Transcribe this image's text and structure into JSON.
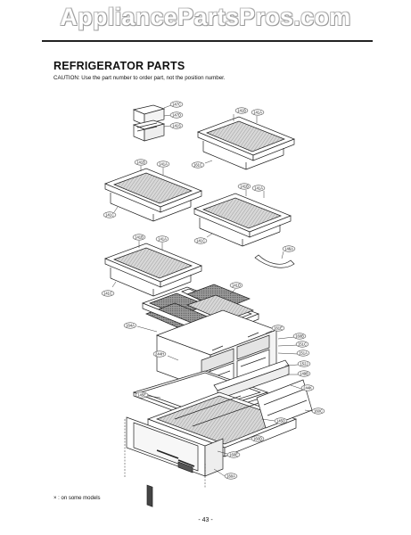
{
  "watermark": "AppliancePartsPros.com",
  "title": "REFRIGERATOR PARTS",
  "caution": "CAUTION: Use the part number to order part, not the position number.",
  "footnote": "× : on some models",
  "page_number": "- 43 -",
  "callouts": {
    "c147c": "147C",
    "c147d": "147D",
    "c141s": "141S",
    "c141b_top": "141B",
    "c141a_top": "141A",
    "c161c_top": "161C",
    "c141b_l2": "141B",
    "c141a_l2": "141A",
    "c141c_l2": "141C",
    "c141b_r2": "141B",
    "c141a_r2": "141A",
    "c141c_r2": "141C",
    "c146a": "146A",
    "c141b_l3": "141B",
    "c141a_l3": "141A",
    "c141c_l3": "141C",
    "c141d": "141D",
    "c164a": "164A",
    "c161e": "161E",
    "c160b": "160B",
    "c151c": "151C",
    "c151a": "151A",
    "c244h": "244H",
    "c152j": "152J",
    "c149b": "149B",
    "c244k": "244K",
    "c145e": "145E",
    "c145d": "145D",
    "c160c": "160C",
    "c160d": "160D",
    "c160e": "160E",
    "c160a": "160A"
  }
}
